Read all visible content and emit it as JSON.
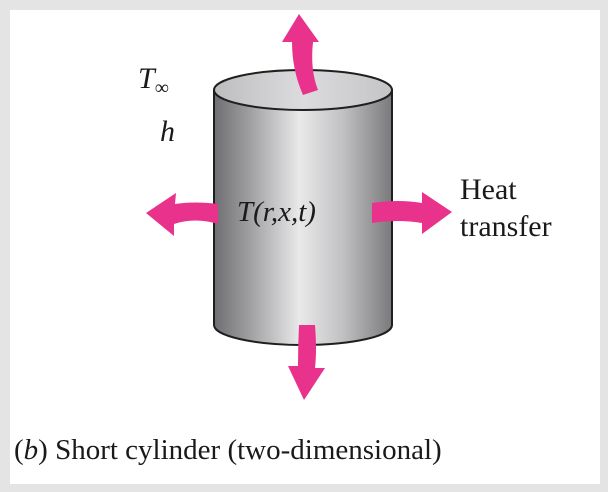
{
  "labels": {
    "t_infinity_symbol": "T",
    "t_infinity_subscript": "∞",
    "h": "h",
    "temperature_function": "T(r,x,t)",
    "heat_line1": "Heat",
    "heat_line2": "transfer",
    "caption_part_letter": "b",
    "caption_text": "Short cylinder (two-dimensional)"
  },
  "colors": {
    "background": "#e4e4e4",
    "panel": "#ffffff",
    "arrow": "#e8328c",
    "cylinder_dark": "#6d6d70",
    "cylinder_light": "#e9e9ea",
    "cylinder_top": "#d2d2d4",
    "outline": "#1f1f1f"
  }
}
